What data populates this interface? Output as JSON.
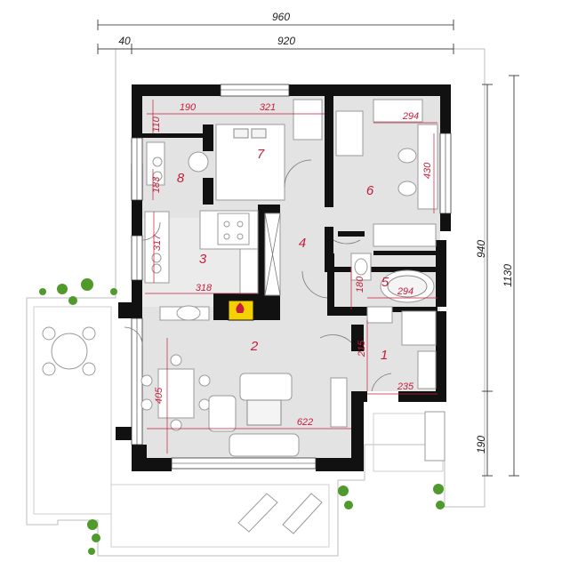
{
  "dimensions": {
    "top": {
      "overall": "960",
      "left": "40",
      "right": "920"
    },
    "side": {
      "overall": "1130",
      "house": "940",
      "terrace": "190"
    },
    "room": {
      "d190": "190",
      "d321": "321",
      "d294a": "294",
      "d110": "110",
      "d183": "183",
      "d430": "430",
      "d317": "317",
      "d318": "318",
      "d180": "180",
      "d294b": "294",
      "d215": "215",
      "d235": "235",
      "d405": "405",
      "d622": "622"
    }
  },
  "rooms": [
    "1",
    "2",
    "3",
    "4",
    "5",
    "6",
    "7",
    "8"
  ],
  "colors": {
    "dimension_text": "#c41e3a",
    "walls": "#111111",
    "floor": "#e3e3e3",
    "fireplace": "#f4d000"
  }
}
